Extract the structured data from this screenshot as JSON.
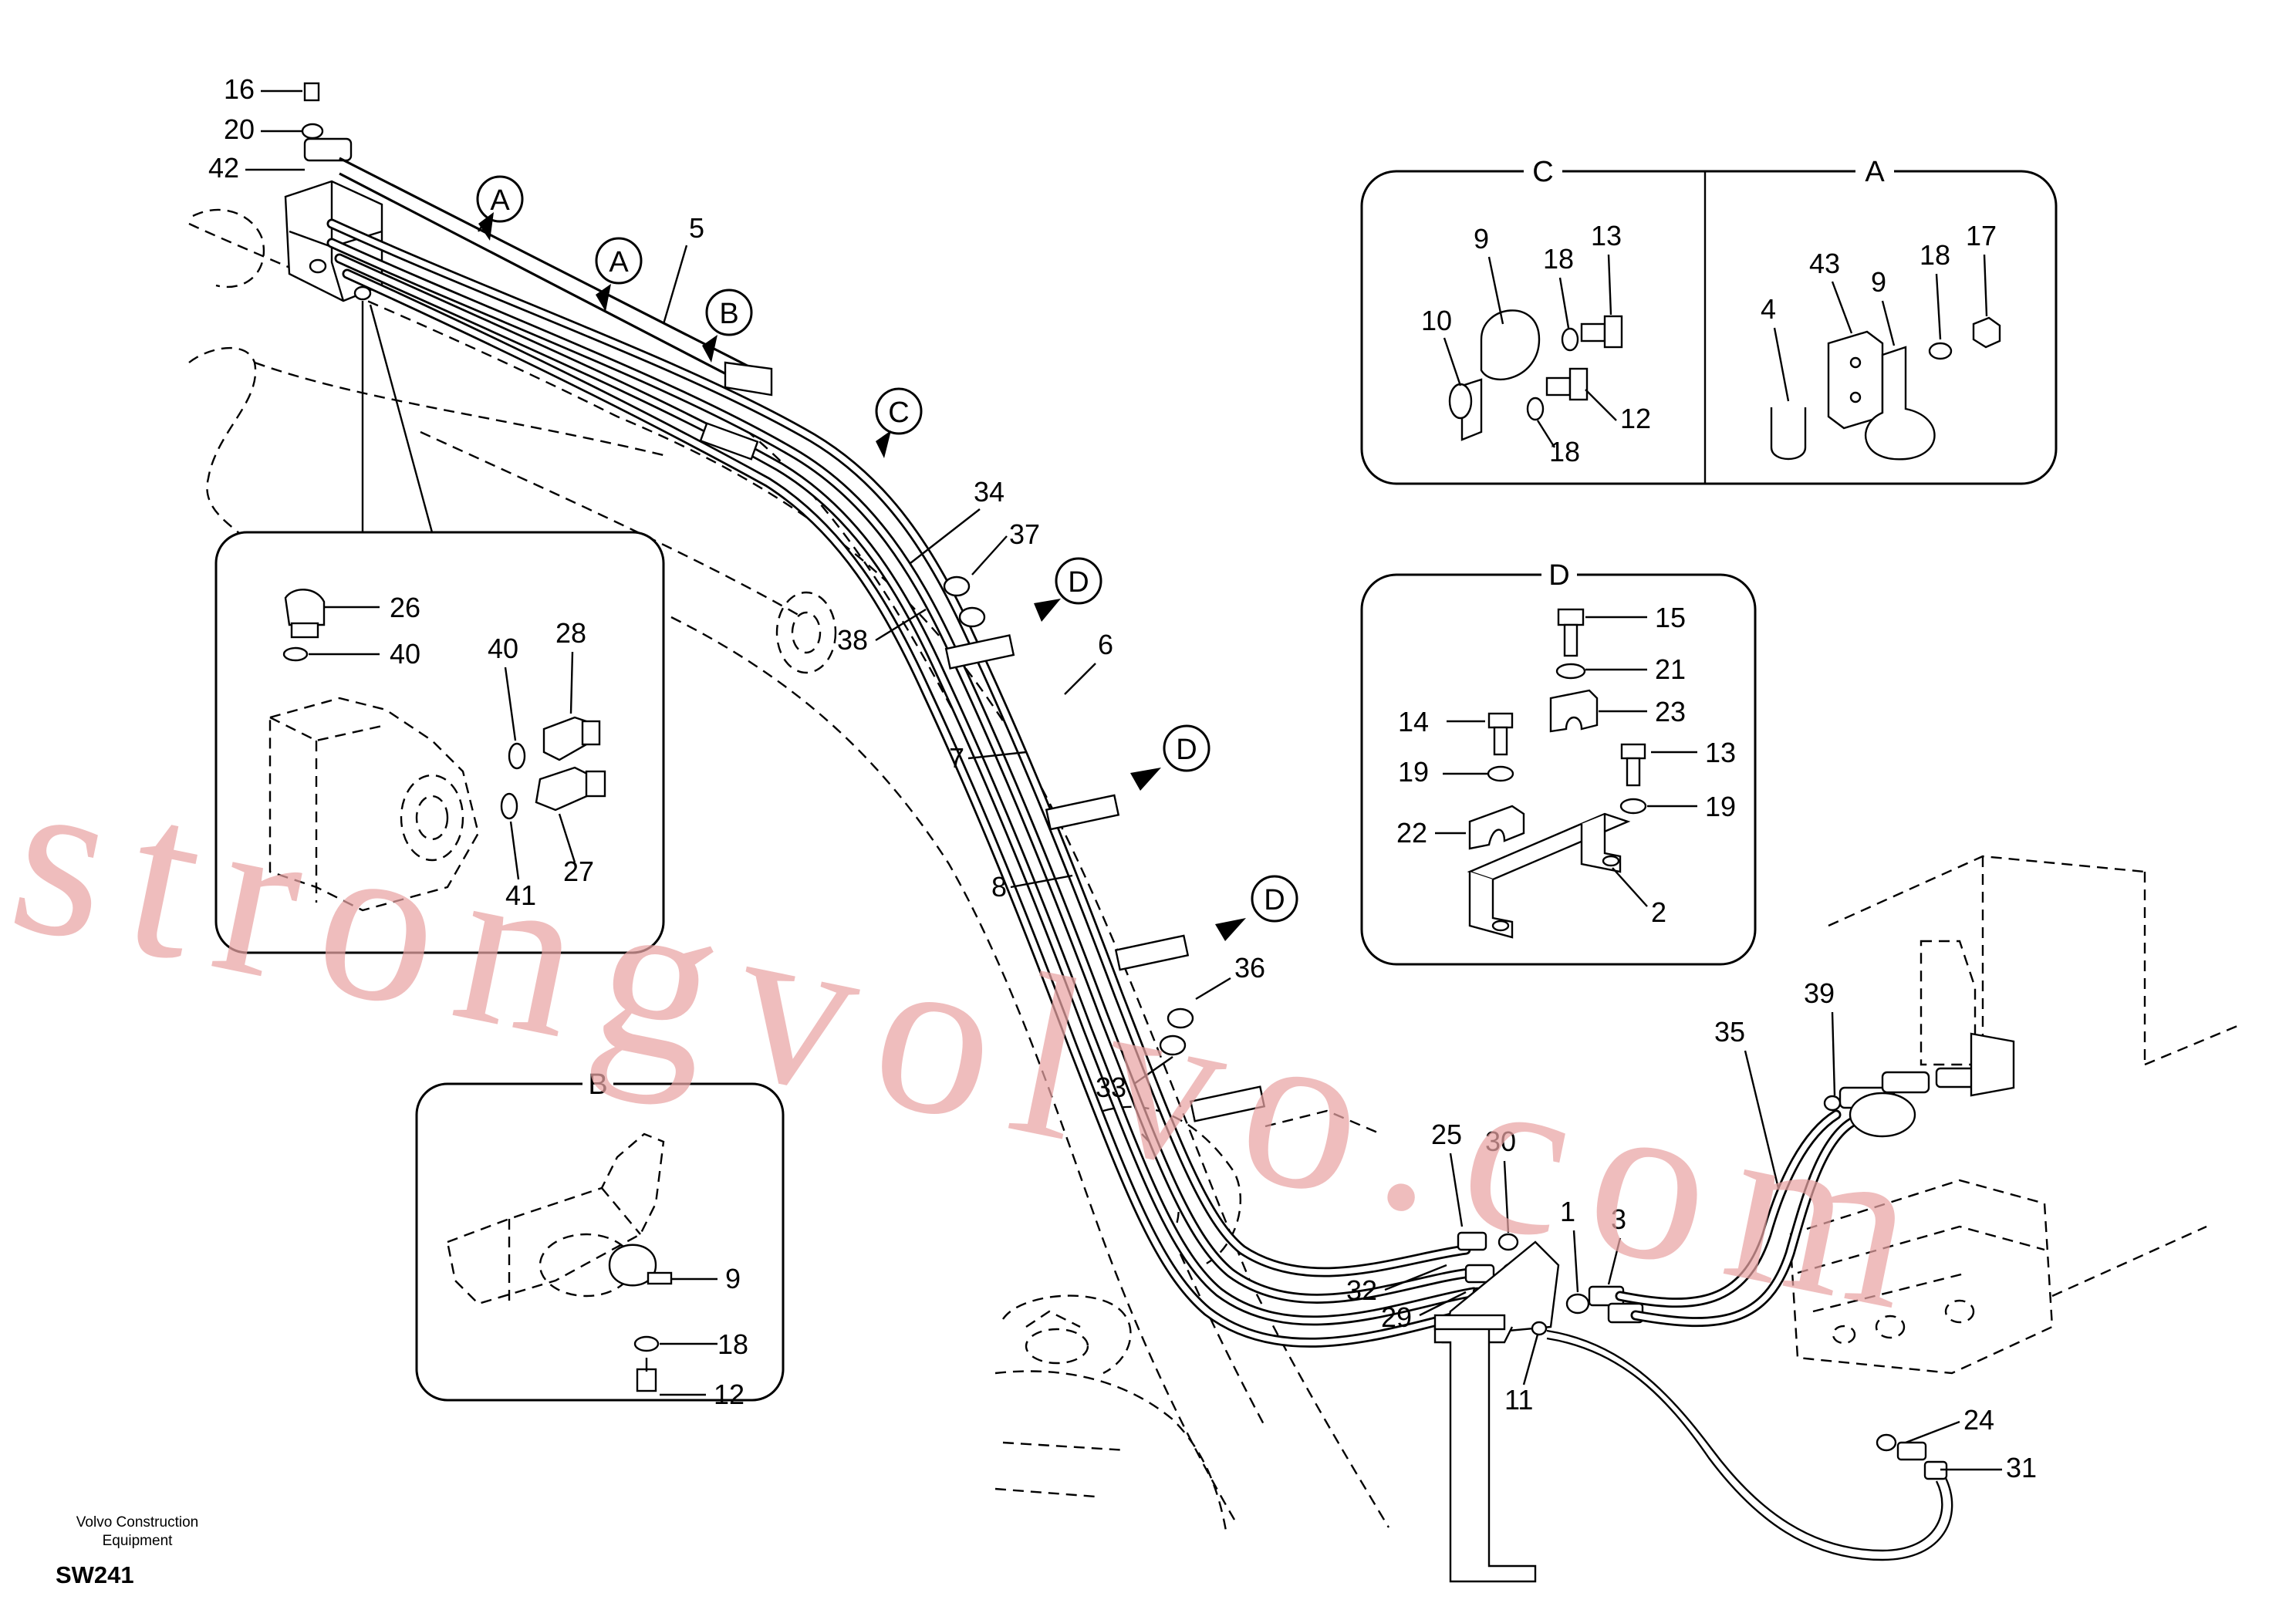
{
  "brand": {
    "line1": "Volvo Construction",
    "line2": "Equipment"
  },
  "drawing_code": "SW241",
  "watermark": "strongvolvo.com",
  "views": {
    "a": "A",
    "b": "B",
    "c": "C",
    "d": "D"
  },
  "parts": {
    "p1": "1",
    "p2": "2",
    "p3": "3",
    "p4": "4",
    "p5": "5",
    "p6": "6",
    "p7": "7",
    "p8": "8",
    "p9": "9",
    "p10": "10",
    "p11": "11",
    "p12": "12",
    "p13": "13",
    "p14": "14",
    "p15": "15",
    "p16": "16",
    "p17": "17",
    "p18": "18",
    "p19": "19",
    "p20": "20",
    "p21": "21",
    "p22": "22",
    "p23": "23",
    "p24": "24",
    "p25": "25",
    "p26": "26",
    "p27": "27",
    "p28": "28",
    "p29": "29",
    "p30": "30",
    "p31": "31",
    "p32": "32",
    "p33": "33",
    "p34": "34",
    "p35": "35",
    "p36": "36",
    "p37": "37",
    "p38": "38",
    "p39": "39",
    "p40": "40",
    "p41": "41",
    "p42": "42",
    "p43": "43"
  },
  "colors": {
    "line": "#000000",
    "background": "#ffffff",
    "watermark": "#e9a4a4"
  }
}
